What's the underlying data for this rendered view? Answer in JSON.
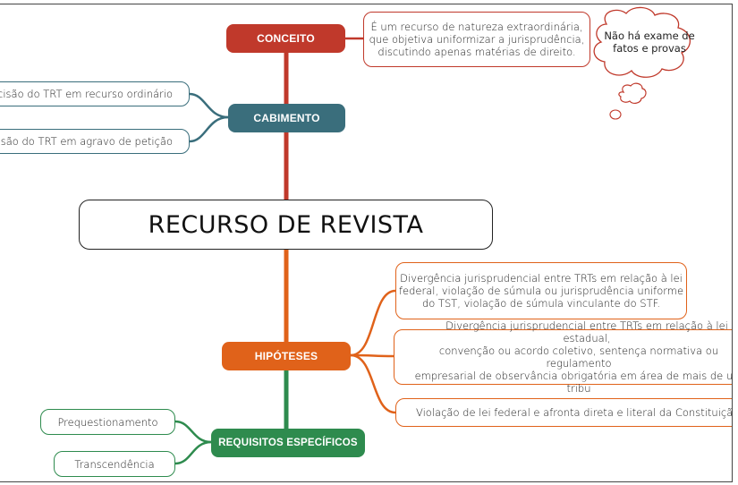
{
  "central": {
    "title": "RECURSO DE REVISTA"
  },
  "conceito": {
    "label": "CONCEITO",
    "definition": [
      "É um recurso de natureza extraordinária,",
      "que objetiva uniformizar a jurisprudência,",
      "discutindo apenas matérias de direito."
    ],
    "thought": [
      "Não há exame de",
      "fatos e provas"
    ]
  },
  "cabimento": {
    "label": "CABIMENTO",
    "items": [
      "ecisão do TRT em recurso ordinário",
      "ecisão do TRT em agravo de petição"
    ]
  },
  "hipoteses": {
    "label": "HIPÓTESES",
    "items": [
      [
        "Divergência jurisprudencial entre TRTs em relação à lei",
        "federal, violação de súmula ou jurisprudência uniforme",
        "do TST, violação de súmula vinculante do STF."
      ],
      [
        "Divergência jurisprudencial entre TRTs em relação à lei estadual,",
        "convenção ou acordo coletivo, sentença normativa ou regulamento",
        "empresarial de observância obrigatória em área de mais de um tribu"
      ],
      [
        "Violação de lei federal e afronta direta e literal da Constituição Fe"
      ]
    ]
  },
  "requisitos": {
    "label": "REQUISITOS ESPECÍFICOS",
    "items": [
      "Prequestionamento",
      "Transcendência"
    ]
  },
  "colors": {
    "conceito": "#c0392b",
    "cabimento": "#3a6e7c",
    "hipoteses": "#e0621a",
    "requisitos": "#2e8b4e"
  }
}
